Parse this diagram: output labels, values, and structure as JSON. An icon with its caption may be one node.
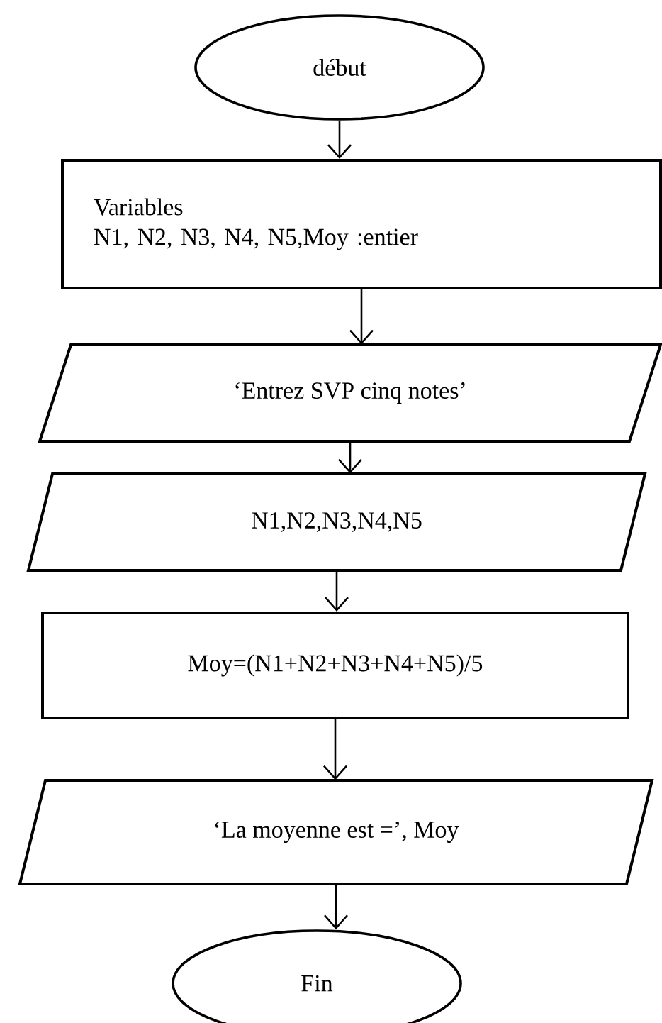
{
  "diagram": {
    "nodes": [
      {
        "text": [
          "début"
        ]
      },
      {
        "text": [
          "Variables",
          "N1, N2, N3, N4, N5,Moy :entier"
        ]
      },
      {
        "text": [
          "‘Entrez SVP  cinq notes’"
        ]
      },
      {
        "text": [
          "N1,N2,N3,N4,N5"
        ]
      },
      {
        "text": [
          "Moy=(N1+N2+N3+N4+N5)/5"
        ]
      },
      {
        "text": [
          "‘La moyenne est =’, Moy"
        ]
      },
      {
        "text": [
          "Fin"
        ]
      }
    ],
    "edges": [
      {
        "from": 0,
        "to": 1,
        "arrow": "to"
      },
      {
        "from": 1,
        "to": 2,
        "arrow": "to"
      },
      {
        "from": 2,
        "to": 3,
        "arrow": "to"
      },
      {
        "from": 3,
        "to": 4,
        "arrow": "to"
      },
      {
        "from": 4,
        "to": 5,
        "arrow": "to"
      },
      {
        "from": 5,
        "to": 6,
        "arrow": "to"
      }
    ]
  }
}
